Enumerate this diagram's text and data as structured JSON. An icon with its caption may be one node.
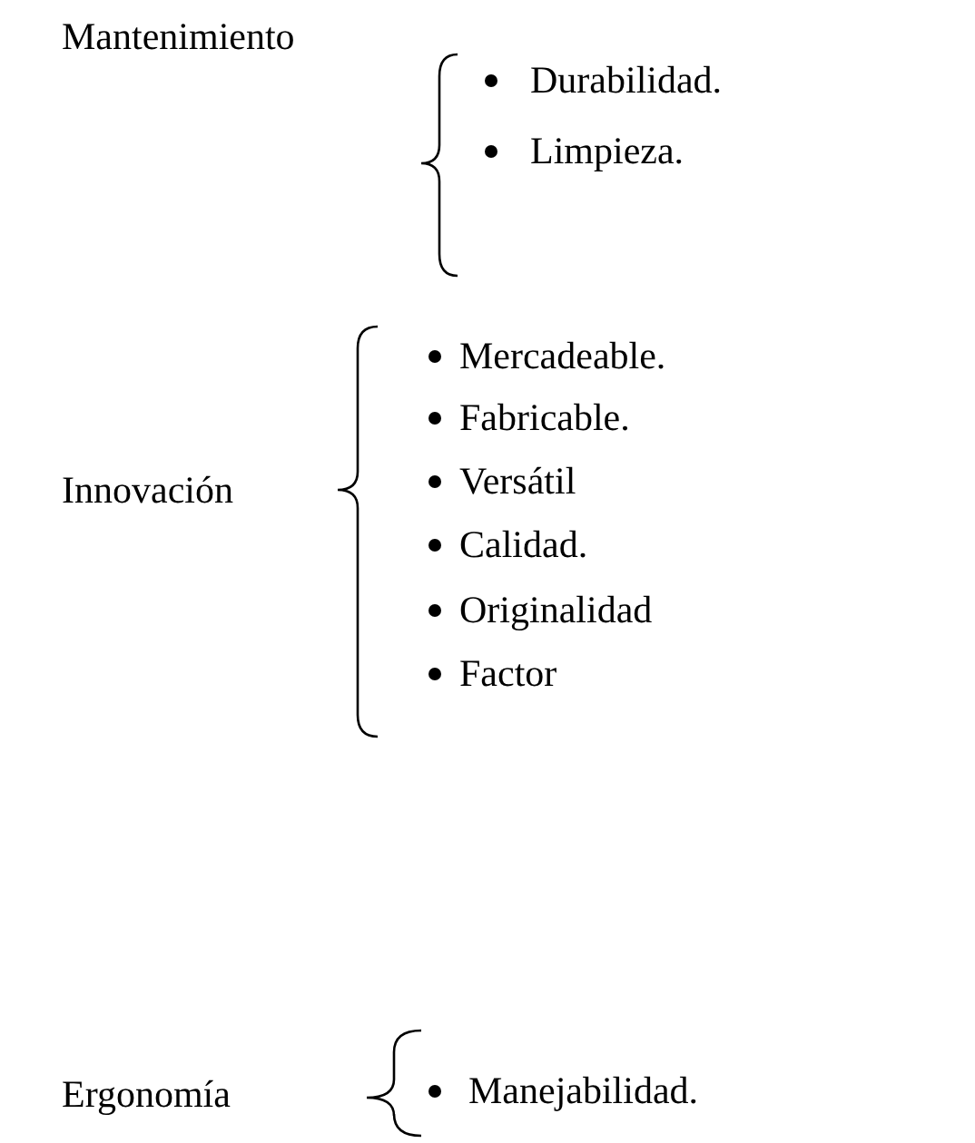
{
  "diagram": {
    "labels": [
      "Mantenimiento",
      "Durabilidad.",
      "Limpieza.",
      "Innovación",
      "Mercadeable.",
      "Fabricable.",
      "Versátil",
      "Calidad.",
      "Originalidad",
      "Factor",
      "Ergonomía",
      "Manejabilidad."
    ]
  }
}
